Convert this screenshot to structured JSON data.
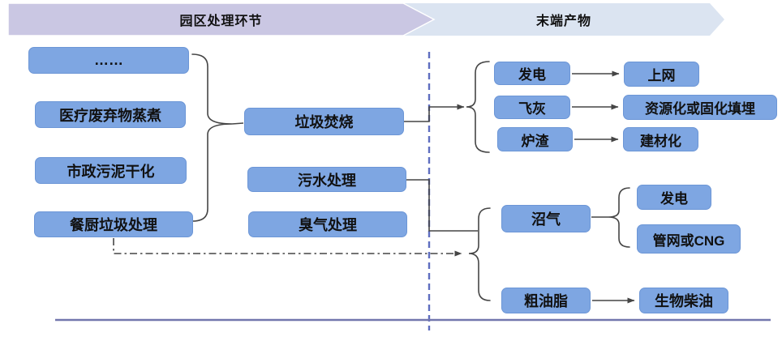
{
  "banners": {
    "process_stage": "园区处理环节",
    "end_products": "末端产物"
  },
  "boxes": {
    "ellipsis": "……",
    "medical_waste": "医疗废弃物蒸煮",
    "municipal_sludge": "市政污泥干化",
    "kitchen_waste": "餐厨垃圾处理",
    "incineration": "垃圾焚烧",
    "sewage_treatment": "污水处理",
    "odor_treatment": "臭气处理",
    "power_generation_top": "发电",
    "grid_connection": "上网",
    "fly_ash": "飞灰",
    "resource_or_landfill": "资源化或固化填埋",
    "furnace_slag": "炉渣",
    "building_material": "建材化",
    "biogas": "沼气",
    "power_generation_bottom": "发电",
    "pipeline_or_cng": "管网或CNG",
    "crude_grease": "粗油脂",
    "biodiesel": "生物柴油"
  },
  "colors": {
    "box_fill": "#7EA6E2",
    "box_border": "#6C96D6",
    "banner_purple": "#CAC7E3",
    "banner_blue": "#DBE4F1",
    "connector": "#454545",
    "dashed_divider": "#5F6EC0",
    "baseline": "#7277AD"
  }
}
